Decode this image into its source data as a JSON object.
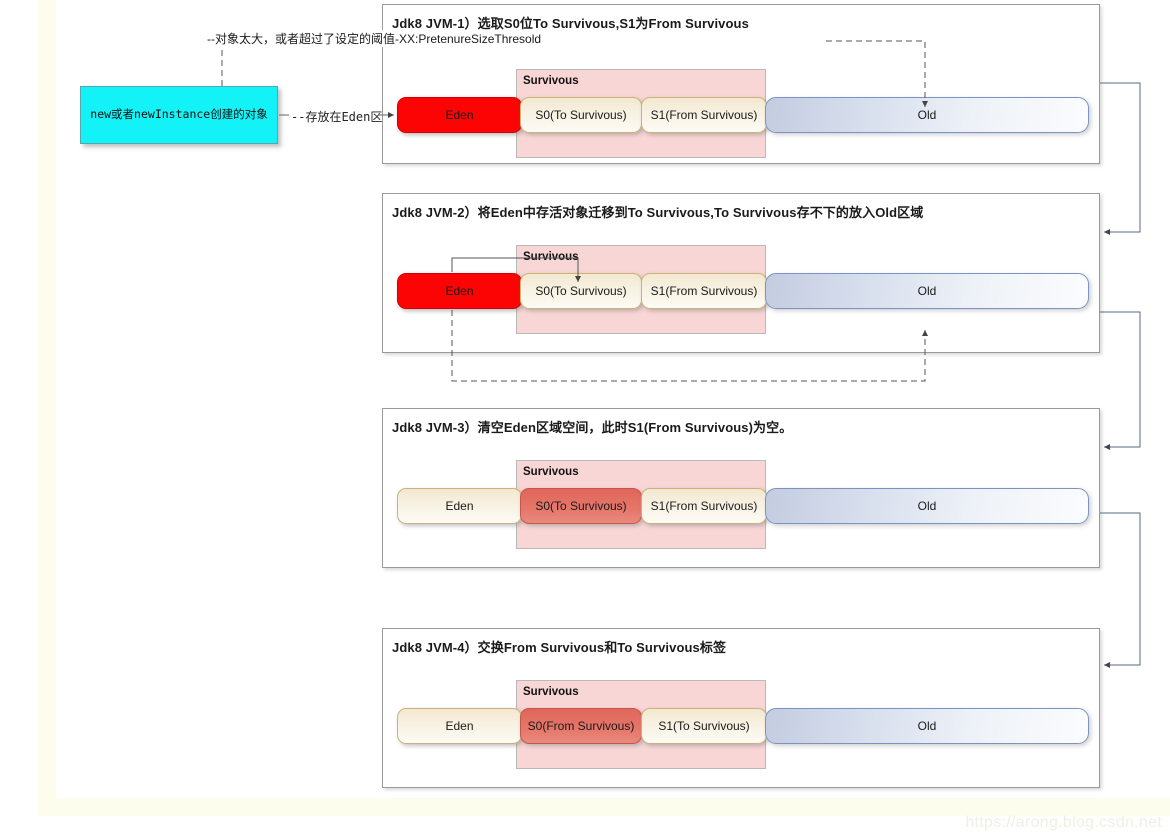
{
  "page": {
    "watermark": "https://arong.blog.csdn.net",
    "accent_eden_full": "#fc0404",
    "accent_root_box": "#12f2f7",
    "accent_survivor_container": "#f9d6d6",
    "accent_old": "#c3cce0",
    "accent_occupied_survivor": "#e0665a",
    "accent_empty_region": "#f3e8d0",
    "frame_color": "#fdfdee"
  },
  "root": {
    "label": "new或者newInstance创建的对象",
    "edge_label": "--存放在Eden区"
  },
  "big_object_flow": {
    "label": "--对象太大，或者超过了设定的阈值-XX:PretenureSizeThresold"
  },
  "panels": [
    {
      "title": "Jdk8 JVM-1）选取S0位To Survivous,S1为From Survivous",
      "survivor_group_label": "Survivous",
      "regions": [
        {
          "name": "eden",
          "label": "Eden",
          "state": "full"
        },
        {
          "name": "s0",
          "label": "S0(To Survivous)",
          "state": "empty"
        },
        {
          "name": "s1",
          "label": "S1(From Survivous)",
          "state": "empty"
        },
        {
          "name": "old",
          "label": "Old",
          "state": "old"
        }
      ]
    },
    {
      "title": "Jdk8 JVM-2）将Eden中存活对象迁移到To Survivous,To Survivous存不下的放入Old区域",
      "survivor_group_label": "Survivous",
      "regions": [
        {
          "name": "eden",
          "label": "Eden",
          "state": "full"
        },
        {
          "name": "s0",
          "label": "S0(To Survivous)",
          "state": "empty"
        },
        {
          "name": "s1",
          "label": "S1(From Survivous)",
          "state": "empty"
        },
        {
          "name": "old",
          "label": "Old",
          "state": "old"
        }
      ]
    },
    {
      "title": "Jdk8 JVM-3）清空Eden区域空间，此时S1(From Survivous)为空。",
      "survivor_group_label": "Survivous",
      "regions": [
        {
          "name": "eden",
          "label": "Eden",
          "state": "empty"
        },
        {
          "name": "s0",
          "label": "S0(To Survivous)",
          "state": "occupied"
        },
        {
          "name": "s1",
          "label": "S1(From Survivous)",
          "state": "empty"
        },
        {
          "name": "old",
          "label": "Old",
          "state": "old"
        }
      ]
    },
    {
      "title": "Jdk8 JVM-4）交换From Survivous和To Survivous标签",
      "survivor_group_label": "Survivous",
      "regions": [
        {
          "name": "eden",
          "label": "Eden",
          "state": "empty"
        },
        {
          "name": "s0",
          "label": "S0(From Survivous)",
          "state": "occupied"
        },
        {
          "name": "s1",
          "label": "S1(To Survivous)",
          "state": "empty"
        },
        {
          "name": "old",
          "label": "Old",
          "state": "old"
        }
      ]
    }
  ]
}
